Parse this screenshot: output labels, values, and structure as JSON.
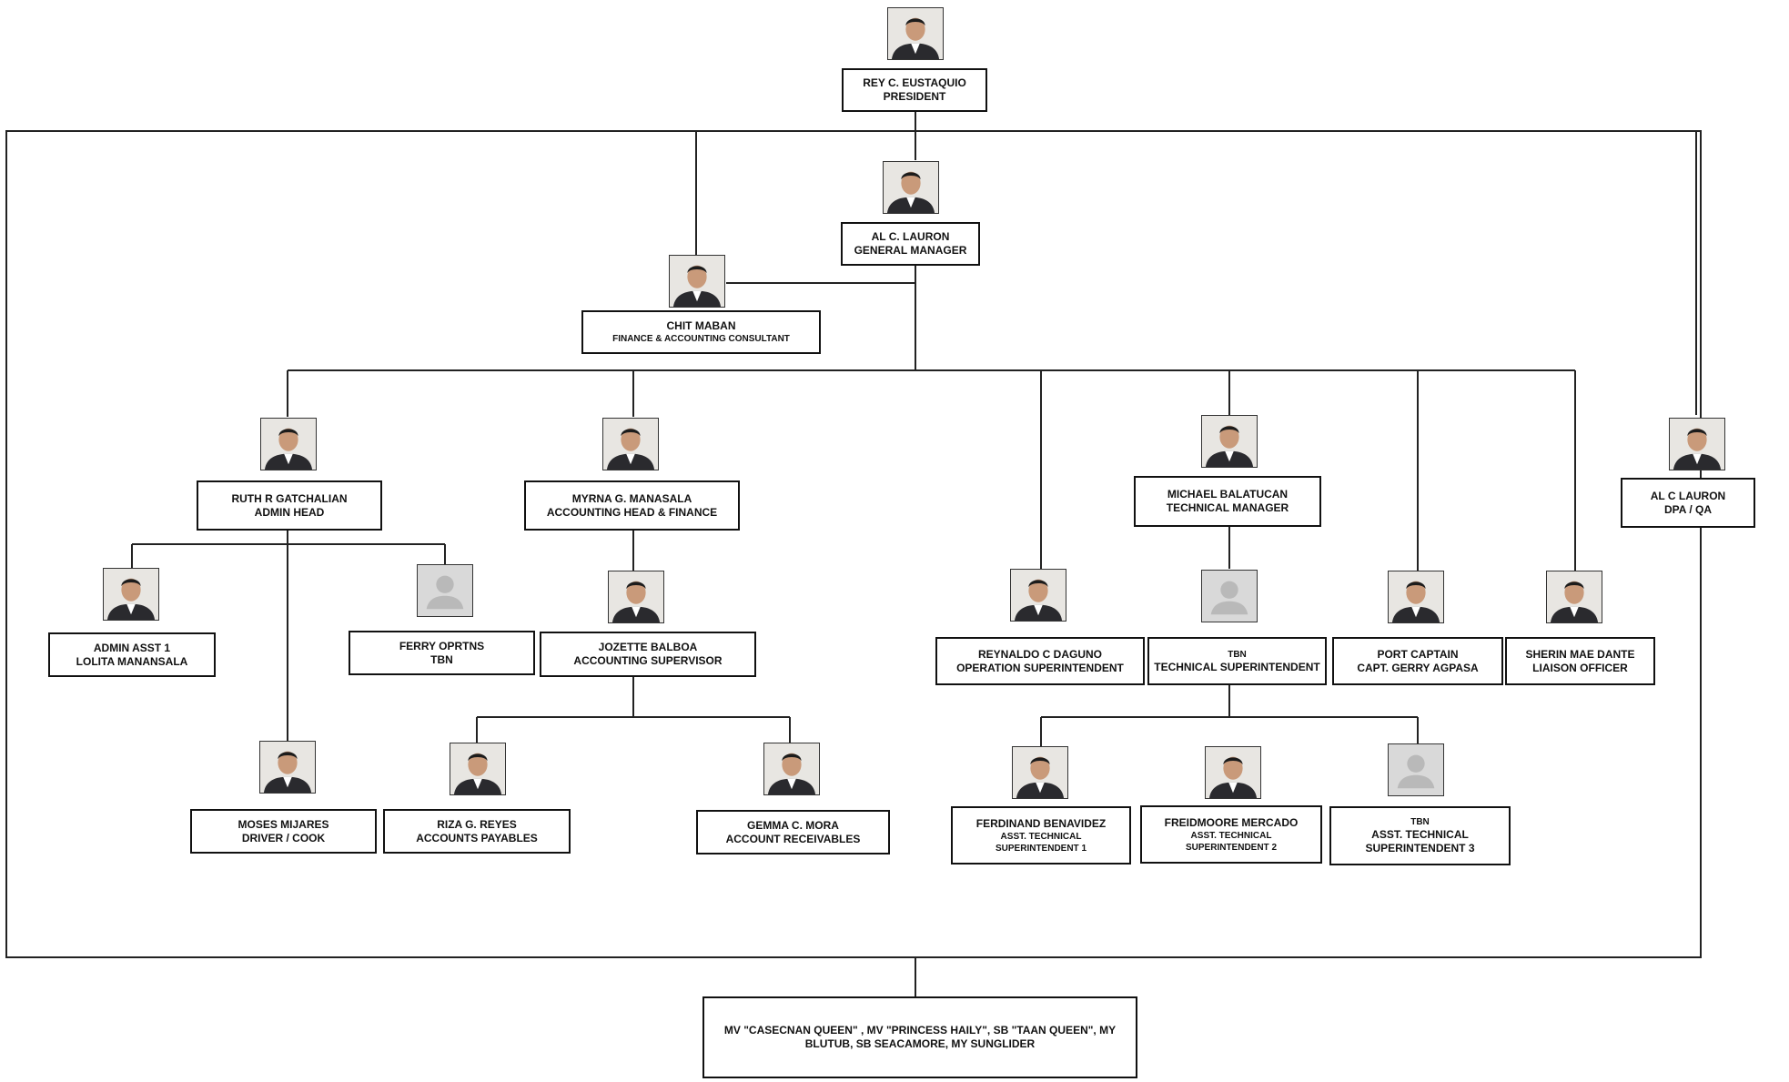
{
  "president": {
    "name": "REY C. EUSTAQUIO",
    "title": "PRESIDENT",
    "photo_icon": "person-photo-icon"
  },
  "general_manager": {
    "name": "AL C. LAURON",
    "title": "GENERAL MANAGER",
    "photo_icon": "person-photo-icon"
  },
  "finance_consultant": {
    "name": "CHIT MABAN",
    "title": "FINANCE & ACCOUNTING CONSULTANT",
    "photo_icon": "person-photo-icon"
  },
  "dpa_qa": {
    "name": "AL C LAURON",
    "title": "DPA / QA",
    "photo_icon": "person-photo-icon"
  },
  "admin_head": {
    "name": "RUTH R GATCHALIAN",
    "title": "ADMIN HEAD",
    "photo_icon": "person-photo-icon"
  },
  "admin_asst": {
    "name": "ADMIN ASST 1",
    "title": "LOLITA MANANSALA",
    "photo_icon": "person-photo-icon"
  },
  "ferry_oprtns": {
    "name": "FERRY OPRTNS",
    "title": "TBN",
    "photo_icon": "placeholder-avatar-icon"
  },
  "driver": {
    "name": "MOSES MIJARES",
    "title": "DRIVER / COOK",
    "photo_icon": "person-photo-icon"
  },
  "accounting_head": {
    "name": "MYRNA G. MANASALA",
    "title": "ACCOUNTING HEAD & FINANCE",
    "photo_icon": "person-photo-icon"
  },
  "accounting_supervisor": {
    "name": "JOZETTE BALBOA",
    "title": "ACCOUNTING SUPERVISOR",
    "photo_icon": "person-photo-icon"
  },
  "accounts_payables": {
    "name": "RIZA G. REYES",
    "title": "ACCOUNTS PAYABLES",
    "photo_icon": "person-photo-icon"
  },
  "account_receivables": {
    "name": "GEMMA C. MORA",
    "title": "ACCOUNT RECEIVABLES",
    "photo_icon": "person-photo-icon"
  },
  "operation_superintendent": {
    "name": "REYNALDO C DAGUNO",
    "title": "OPERATION SUPERINTENDENT",
    "photo_icon": "person-photo-icon"
  },
  "technical_manager": {
    "name": "MICHAEL BALATUCAN",
    "title": "TECHNICAL MANAGER",
    "photo_icon": "person-photo-icon"
  },
  "technical_superintendent": {
    "name": "TBN",
    "title": "TECHNICAL SUPERINTENDENT",
    "photo_icon": "placeholder-avatar-icon"
  },
  "asst_tech_1": {
    "name": "FERDINAND BENAVIDEZ",
    "title_line1": "ASST. TECHNICAL",
    "title_line2": "SUPERINTENDENT 1",
    "photo_icon": "person-photo-icon"
  },
  "asst_tech_2": {
    "name": "FREIDMOORE MERCADO",
    "title_line1": "ASST. TECHNICAL",
    "title_line2": "SUPERINTENDENT 2",
    "photo_icon": "person-photo-icon"
  },
  "asst_tech_3": {
    "name": "TBN",
    "title_line1": "ASST. TECHNICAL",
    "title_line2": "SUPERINTENDENT 3",
    "photo_icon": "placeholder-avatar-icon"
  },
  "port_captain": {
    "name": "PORT CAPTAIN",
    "title": "CAPT. GERRY AGPASA",
    "photo_icon": "person-photo-icon"
  },
  "liaison_officer": {
    "name": "SHERIN MAE DANTE",
    "title": "LIAISON OFFICER",
    "photo_icon": "person-photo-icon"
  },
  "vessels": {
    "line1": "MV \"CASECNAN QUEEN\"  , MV \"PRINCESS HAILY\", SB \"TAAN QUEEN\", MY",
    "line2": "BLUTUB, SB SEACAMORE, MY SUNGLIDER"
  }
}
